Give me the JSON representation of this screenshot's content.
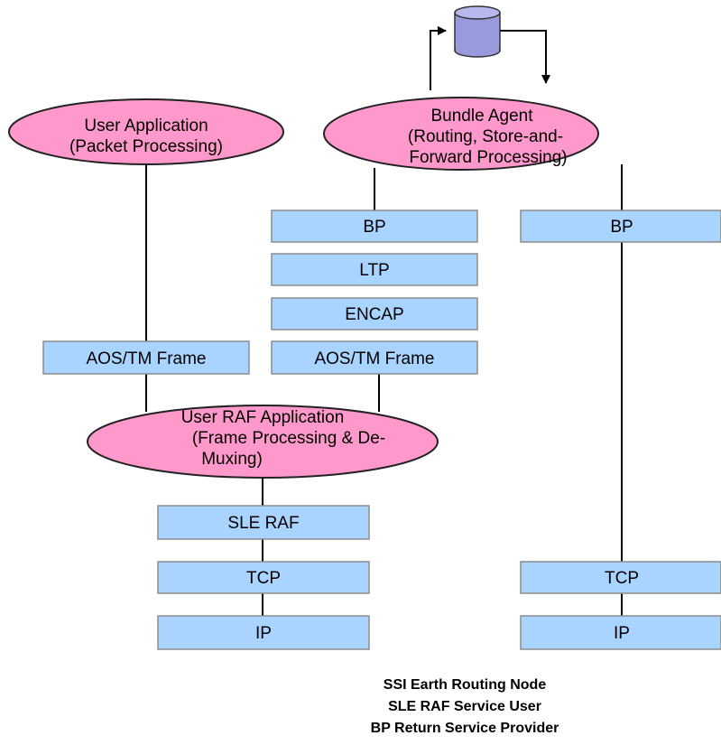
{
  "database_node": {
    "icon": "database-cylinder-icon",
    "top_color": "#b8b8ee",
    "body_color": "#9999dd"
  },
  "ellipses": {
    "user_application": {
      "line1": "User Application",
      "line2": "(Packet Processing)"
    },
    "bundle_agent": {
      "line1": "Bundle Agent",
      "line2": "(Routing, Store-and-",
      "line3": "Forward Processing)"
    },
    "user_raf": {
      "line1": "User RAF Application",
      "line2": "(Frame Processing & De-",
      "line3": "Muxing)"
    }
  },
  "boxes": {
    "bp_center": "BP",
    "ltp": "LTP",
    "encap": "ENCAP",
    "aos_tm_center": "AOS/TM Frame",
    "aos_tm_left": "AOS/TM Frame",
    "bp_right": "BP",
    "sle_raf": "SLE RAF",
    "tcp_center": "TCP",
    "ip_center": "IP",
    "tcp_right": "TCP",
    "ip_right": "IP"
  },
  "caption": {
    "line1": "SSI Earth Routing Node",
    "line2": "SLE RAF Service User",
    "line3": "BP Return Service Provider"
  },
  "colors": {
    "ellipse_fill": "#ff99cc",
    "box_fill": "#a8d4ff",
    "box_stroke": "#8c8c8c"
  }
}
